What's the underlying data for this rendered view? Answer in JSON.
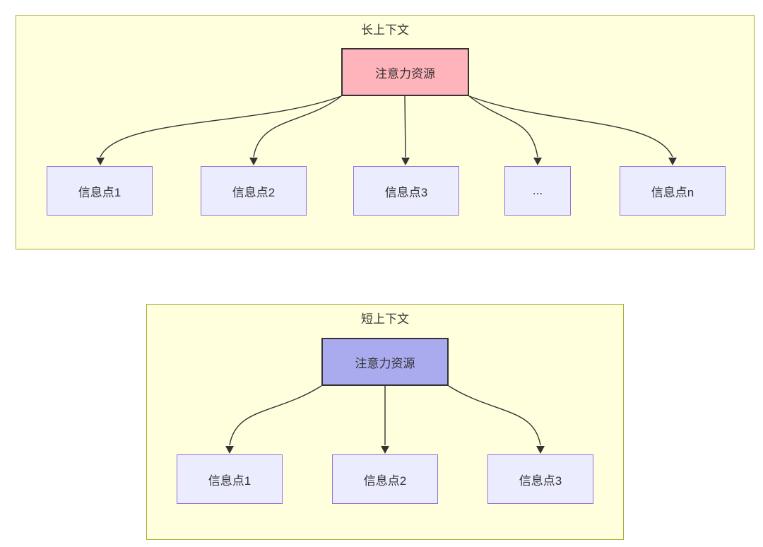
{
  "diagram": {
    "long_context": {
      "title": "长上下文",
      "attention_label": "注意力资源",
      "nodes": [
        {
          "label": "信息点1"
        },
        {
          "label": "信息点2"
        },
        {
          "label": "信息点3"
        },
        {
          "label": "..."
        },
        {
          "label": "信息点n"
        }
      ]
    },
    "short_context": {
      "title": "短上下文",
      "attention_label": "注意力资源",
      "nodes": [
        {
          "label": "信息点1"
        },
        {
          "label": "信息点2"
        },
        {
          "label": "信息点3"
        }
      ]
    }
  },
  "colors": {
    "cluster-fill": "#ffffde",
    "cluster-stroke": "#aaaa33",
    "node-fill": "#ececff",
    "node-stroke": "#9370db",
    "attn-long-fill": "#ffb3ba",
    "attn-short-fill": "#a9abee",
    "attn-stroke": "#333333",
    "edge": "#333333",
    "text": "#333333"
  }
}
